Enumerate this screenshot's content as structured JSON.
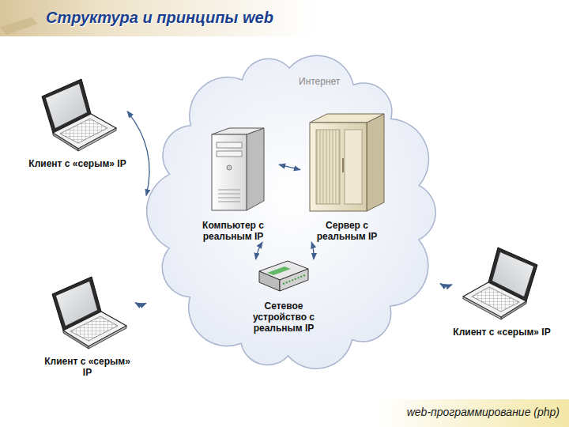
{
  "diagram": {
    "title": "Структура и принципы web",
    "nodes": [
      {
        "text": [
          "Клиент с «серым» IP"
        ]
      },
      {
        "text": [
          "Интернет"
        ]
      },
      {
        "text": [
          "Компьютер с реальным IP"
        ],
        "in": 1
      },
      {
        "text": [
          "Сервер с реальным IP"
        ],
        "in": 1
      },
      {
        "text": [
          "Сетевое устройство с реальным IP"
        ],
        "in": 1
      },
      {
        "text": [
          "Клиент с «серым» IP"
        ]
      },
      {
        "text": [
          "Клиент с «серым» IP"
        ]
      }
    ],
    "edges": [
      {
        "from": 0,
        "to": 1,
        "arrow": "both"
      },
      {
        "from": 2,
        "to": 3,
        "arrow": "both"
      },
      {
        "from": 2,
        "to": 4,
        "arrow": "both"
      },
      {
        "from": 3,
        "to": 4,
        "arrow": "both"
      },
      {
        "from": 5,
        "to": 1,
        "arrow": "both"
      },
      {
        "from": 6,
        "to": 1,
        "arrow": "both"
      }
    ],
    "labels": [
      "web-программирование (php)"
    ]
  }
}
